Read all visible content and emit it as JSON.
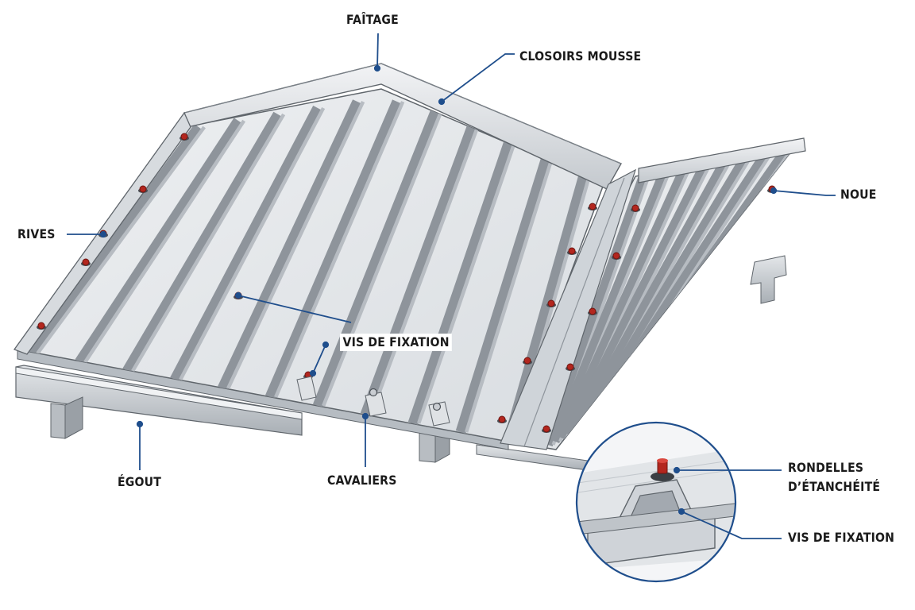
{
  "labels": {
    "faitage": "FAÎTAGE",
    "closoirs": "CLOSOIRS MOUSSE",
    "noue": "NOUE",
    "rives": "RIVES",
    "vis_main": "VIS DE FIXATION",
    "egout": "ÉGOUT",
    "cavaliers": "CAVALIERS",
    "rondelles_l1": "RONDELLES",
    "rondelles_l2": "D’ÉTANCHÉITÉ",
    "vis_detail": "VIS DE FIXATION"
  },
  "colors": {
    "leader": "#1f4e8c",
    "sheet_light": "#e4e7eb",
    "sheet_rib": "#8e949b",
    "steel": "#c9cdd2",
    "screw_head": "#b3261e"
  }
}
